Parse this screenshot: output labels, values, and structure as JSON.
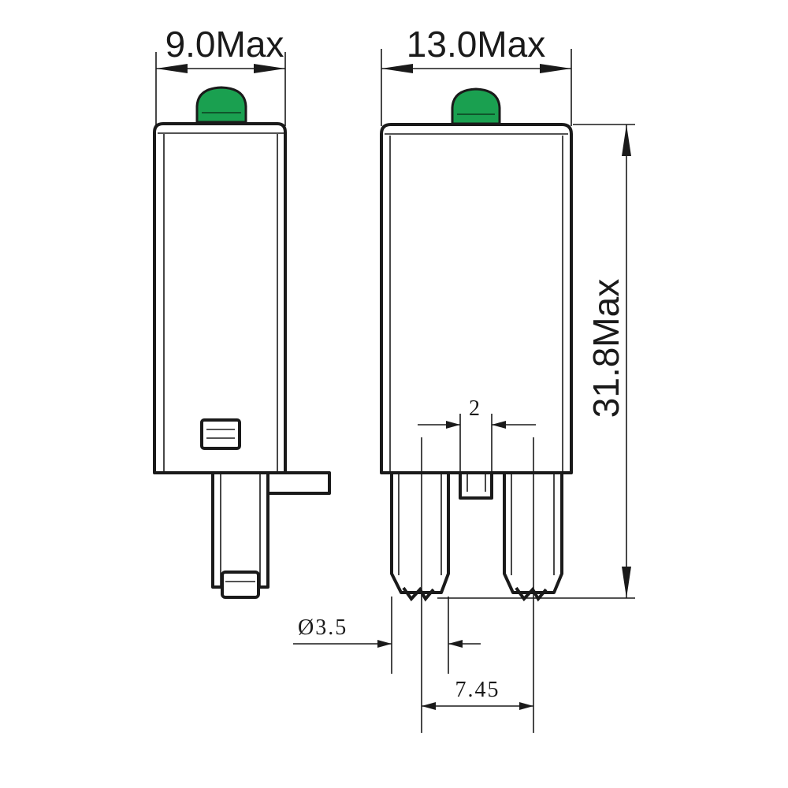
{
  "dimensions": {
    "side_width": "9.0Max",
    "front_width": "13.0Max",
    "height": "31.8Max",
    "pin_gap": "2",
    "pin_diameter": "Ø3.5",
    "pin_pitch": "7.45"
  },
  "colors": {
    "led": "#1aa050",
    "line": "#1a1a1a",
    "background": "#ffffff"
  }
}
